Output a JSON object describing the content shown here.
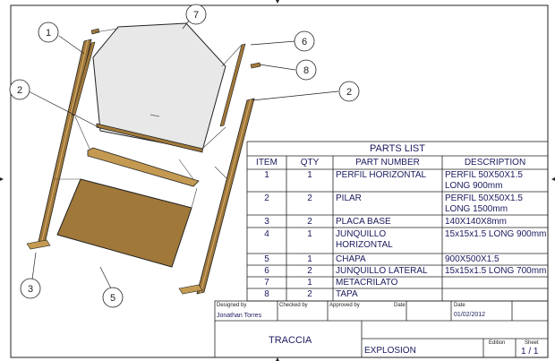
{
  "parts_list": {
    "title": "PARTS LIST",
    "headers": [
      "ITEM",
      "QTY",
      "PART NUMBER",
      "DESCRIPTION"
    ],
    "rows": [
      {
        "item": "1",
        "qty": "1",
        "part": "PERFIL HORIZONTAL",
        "desc": [
          "PERFIL 50X50X1.5",
          "LONG 900mm"
        ]
      },
      {
        "item": "2",
        "qty": "2",
        "part": "PILAR",
        "desc": [
          "PERFIL 50X50X1.5",
          "LONG 1500mm"
        ]
      },
      {
        "item": "3",
        "qty": "2",
        "part": "PLACA BASE",
        "desc": [
          "140X140X8mm"
        ]
      },
      {
        "item": "4",
        "qty": "1",
        "part": "JUNQUILLO HORIZONTAL",
        "part_lines": [
          "JUNQUILLO",
          "HORIZONTAL"
        ],
        "desc": [
          "15x15x1.5 LONG 900mm"
        ]
      },
      {
        "item": "5",
        "qty": "1",
        "part": "CHAPA",
        "desc": [
          "900X500X1.5"
        ]
      },
      {
        "item": "6",
        "qty": "2",
        "part": "JUNQUILLO LATERAL",
        "desc": [
          "15x15x1.5 LONG 700mm"
        ]
      },
      {
        "item": "7",
        "qty": "1",
        "part": "METACRILATO",
        "desc": [
          ""
        ]
      },
      {
        "item": "8",
        "qty": "2",
        "part": "TAPA",
        "desc": [
          ""
        ]
      }
    ]
  },
  "balloons": [
    "1",
    "2",
    "3",
    "5",
    "6",
    "7",
    "8",
    "2"
  ],
  "title_block": {
    "designed_by_label": "Designed by",
    "checked_by_label": "Checked by",
    "approved_by_label": "Approved by",
    "date_label": "Date",
    "date_label_2": "Date",
    "designer": "Jonathan Torres",
    "date": "01/02/2012",
    "project": "TRACCIA",
    "drawing_title": "EXPLOSIÓN",
    "edition_label": "Edition",
    "sheet_label": "Sheet",
    "sheet": "1 / 1"
  },
  "colors": {
    "wood": "#a0783a",
    "wood_light": "#c49a52",
    "glass": "#e8e8e8",
    "ink": "#1a1a5e",
    "line": "#222222"
  }
}
